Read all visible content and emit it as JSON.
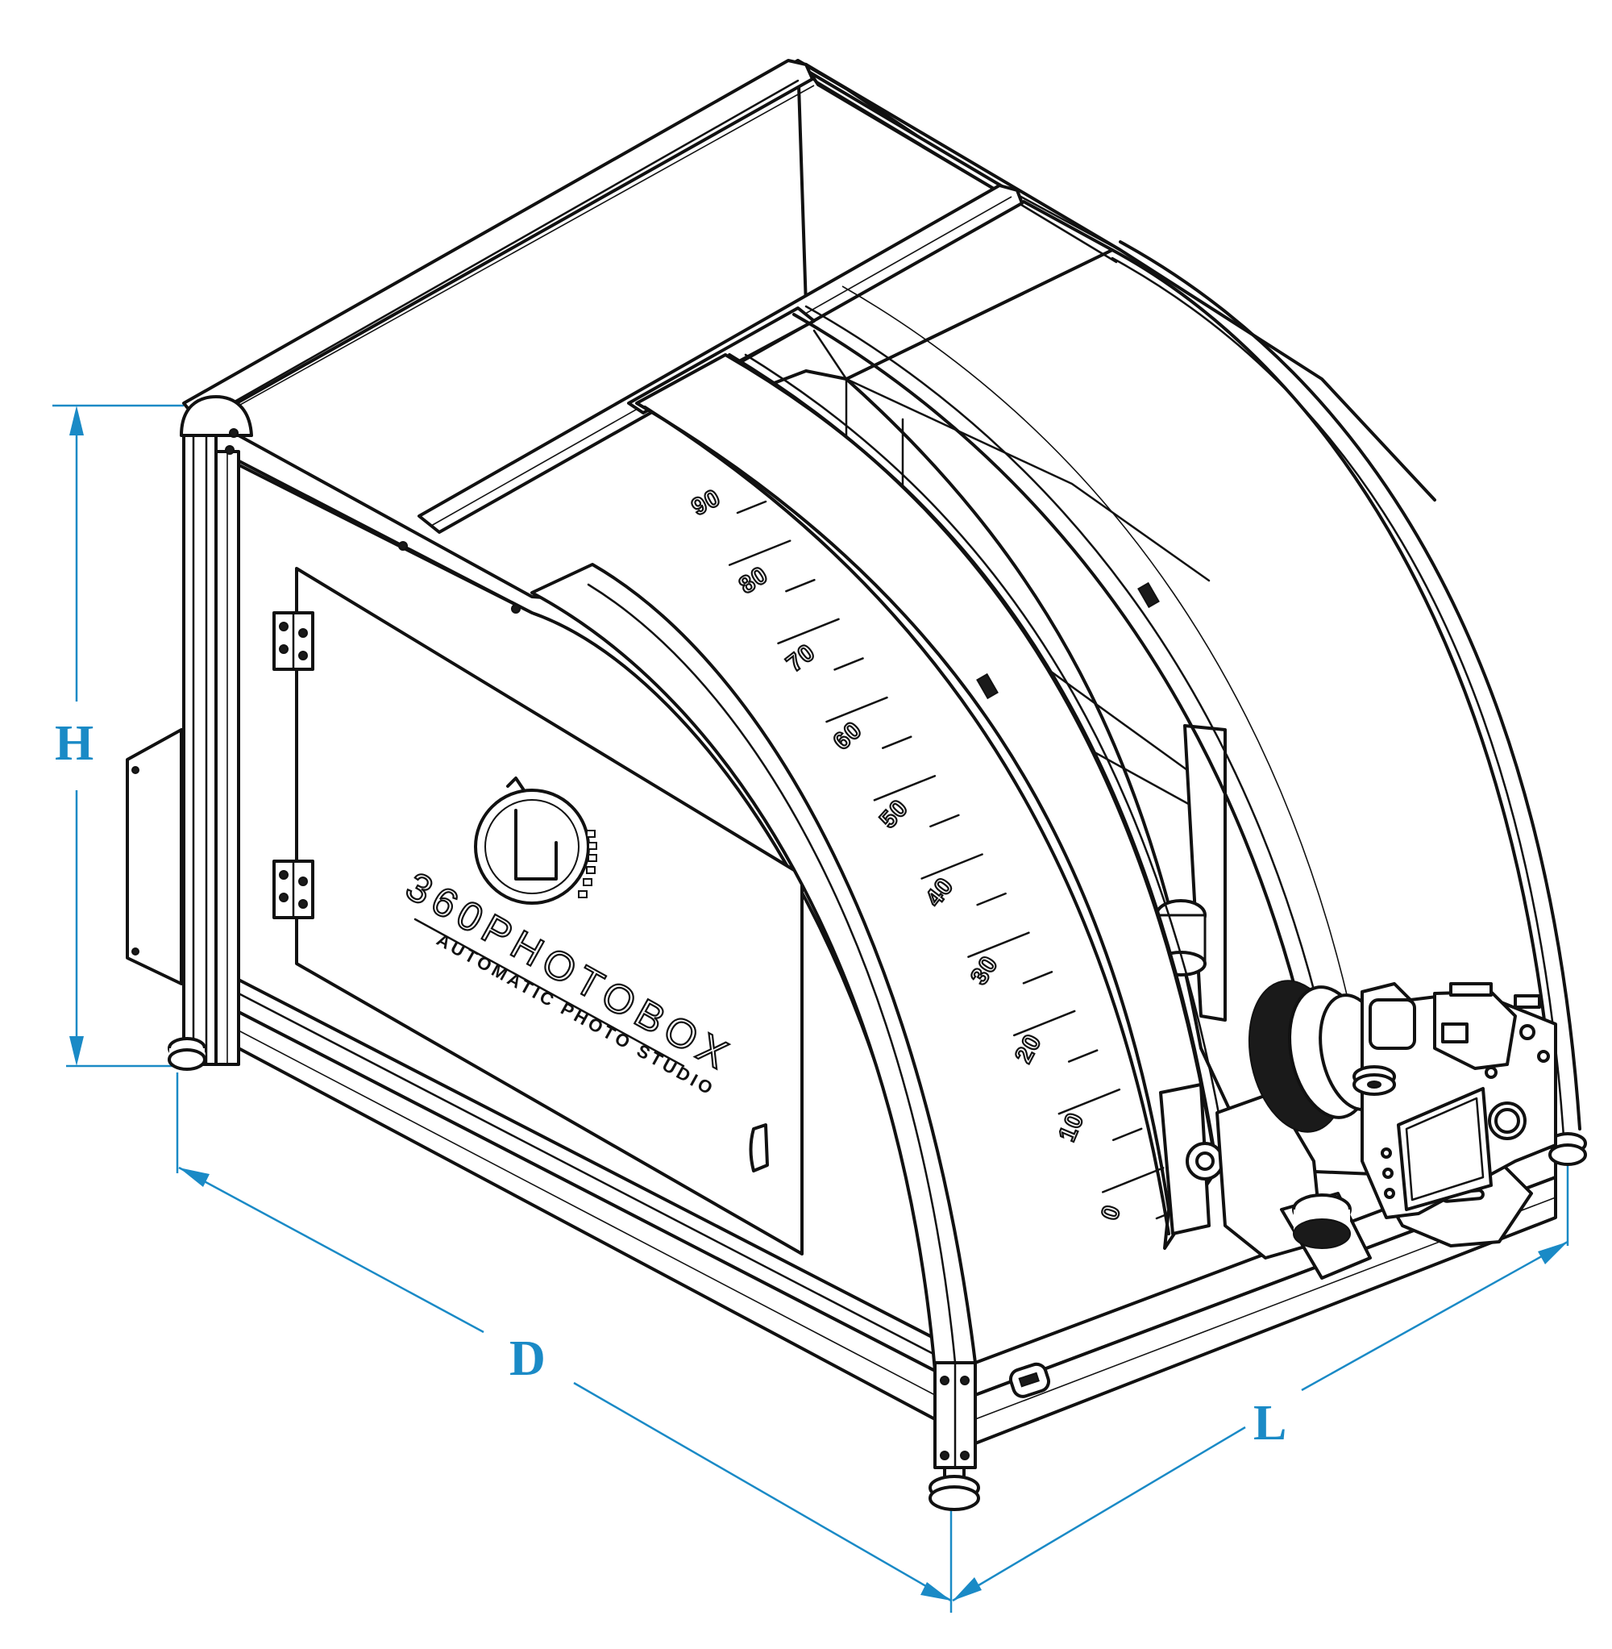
{
  "dimensions": {
    "height_label": "H",
    "depth_label": "D",
    "length_label": "L",
    "color": "#1a8ac6"
  },
  "logo": {
    "brand": "360PHOTOBOX",
    "tagline": "AUTOMATIC PHOTO STUDIO"
  },
  "scale": {
    "marks": [
      "90",
      "80",
      "70",
      "60",
      "50",
      "40",
      "30",
      "20",
      "10",
      "0"
    ]
  },
  "icons": [
    "hinge-icon",
    "camera-icon",
    "turntable-icon",
    "door-handle-icon",
    "logo-emblem-icon",
    "usb-port-icon"
  ]
}
